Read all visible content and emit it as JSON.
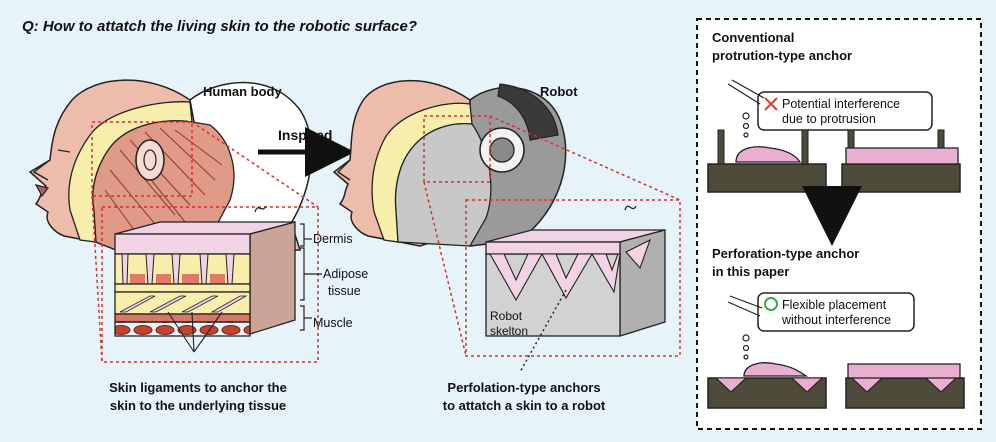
{
  "question": "Q: How to attatch the living skin to the robotic surface?",
  "human": {
    "title": "Human body",
    "layers": {
      "dermis": "Dermis",
      "adipose_1": "Adipose",
      "adipose_2": "tissue",
      "muscle": "Muscle"
    },
    "caption_1": "Skin ligaments to anchor the",
    "caption_2": "skin to the underlying tissue"
  },
  "arrow_label": "Inspired",
  "robot": {
    "title": "Robot",
    "skeleton_1": "Robot",
    "skeleton_2": "skelton",
    "caption_1": "Perfolation-type anchors",
    "caption_2": "to attatch a skin to a robot"
  },
  "panel": {
    "conventional_1": "Conventional",
    "conventional_2": "protrution-type anchor",
    "bubble_top_1": "Potential interference",
    "bubble_top_2": "due to protrusion",
    "perforation_1": "Perforation-type anchor",
    "perforation_2": "in this paper",
    "bubble_bottom_1": "Flexible placement",
    "bubble_bottom_2": "without interference"
  },
  "colors": {
    "background": "#e6f4fa",
    "skin_face": "#eebcaa",
    "dermis_pink": "#f2d3e6",
    "adipose_yellow": "#f7eeab",
    "muscle_red": "#d97563",
    "robot_grey": "#9a9a9a",
    "base_dark": "#4e4b3a",
    "red_dash": "#d9302a",
    "cross_red": "#e33b2e",
    "circle_green": "#39a845"
  }
}
